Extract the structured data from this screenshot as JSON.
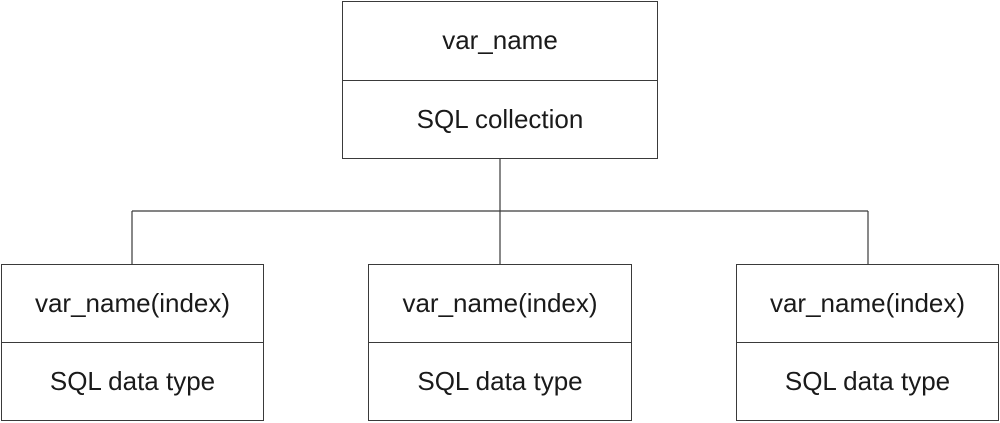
{
  "diagram": {
    "root": {
      "name": "var_name",
      "type": "SQL collection"
    },
    "children": [
      {
        "name": "var_name(index)",
        "type": "SQL data type"
      },
      {
        "name": "var_name(index)",
        "type": "SQL data type"
      },
      {
        "name": "var_name(index)",
        "type": "SQL data type"
      }
    ]
  }
}
